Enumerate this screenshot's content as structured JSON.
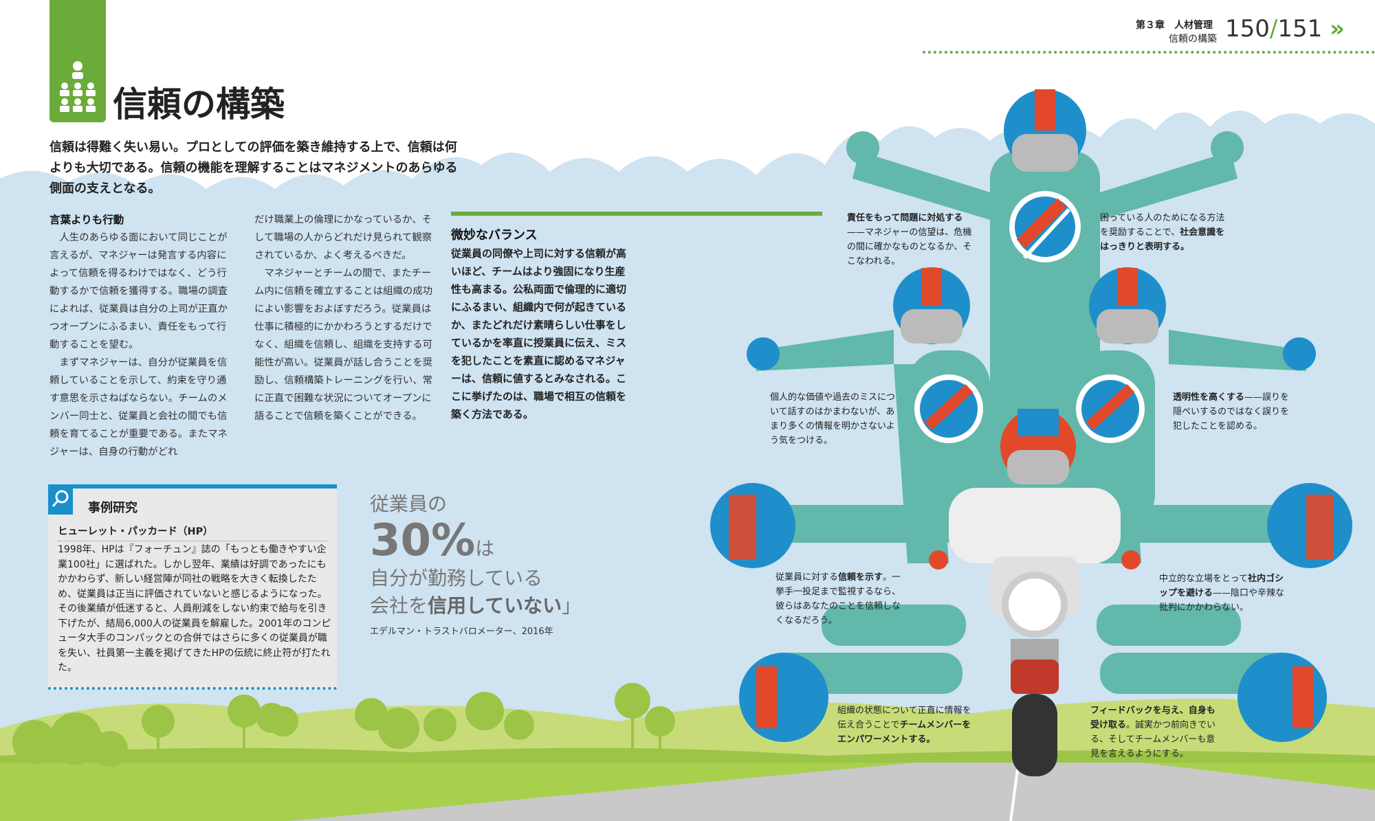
{
  "header": {
    "chapter": "第３章　人材管理",
    "section": "信頼の構築",
    "page_left": "150",
    "page_sep": "/",
    "page_right": "151"
  },
  "title": "信頼の構築",
  "intro": "信頼は得難く失い易い。プロとしての評価を築き維持する上で、信頼は何よりも大切である。信頼の機能を理解することはマネジメントのあらゆる側面の支えとなる。",
  "col1": {
    "heading": "言葉よりも行動",
    "p1": "人生のあらゆる面において同じことが言えるが、マネジャーは発言する内容によって信頼を得るわけではなく、どう行動するかで信頼を獲得する。職場の調査によれば、従業員は自分の上司が正直かつオープンにふるまい、責任をもって行動することを望む。",
    "p2": "まずマネジャーは、自分が従業員を信頼していることを示して、約束を守り通す意思を示さねばならない。チームのメンバー同士と、従業員と会社の間でも信頼を育てることが重要である。またマネジャーは、自身の行動がどれ"
  },
  "col2": {
    "p1": "だけ職業上の倫理にかなっているか、そして職場の人からどれだけ見られて観察されているか、よく考えるべきだ。",
    "p2": "マネジャーとチームの間で、またチーム内に信頼を確立することは組織の成功によい影響をおよぼすだろう。従業員は仕事に積極的にかかわろうとするだけでなく、組織を信頼し、組織を支持する可能性が高い。従業員が話し合うことを奨励し、信頼構築トレーニングを行い、常に正直で困難な状況についてオープンに語ることで信頼を築くことができる。"
  },
  "col3": {
    "heading": "微妙なバランス",
    "p1": "従業員の同僚や上司に対する信頼が高いほど、チームはより強固になり生産性も高まる。公私両面で倫理的に適切にふるまい、組織内で何が起きているか、またどれだけ素晴らしい仕事をしているかを率直に授業員に伝え、ミスを犯したことを素直に認めるマネジャーは、信頼に値するとみなされる。ここに挙げたのは、職場で相互の信頼を築く方法である。"
  },
  "case": {
    "heading": "事例研究",
    "sub": "ヒューレット・パッカード（HP）",
    "body": "1998年、HPは『フォーチュン』誌の「もっとも働きやすい企業100社」に選ばれた。しかし翌年、業績は好調であったにもかかわらず、新しい経営陣が同社の戦略を大きく転換したため、従業員は正当に評価されていないと感じるようになった。その後業績が低迷すると、人員削減をしない約束で給与を引き下げたが、結局6,000人の従業員を解雇した。2001年のコンピュータ大手のコンパックとの合併ではさらに多くの従業員が職を失い、社員第一主義を掲げてきたHPの伝統に終止符が打たれた。"
  },
  "stat": {
    "line1": "従業員の",
    "number": "30%",
    "suffix": "は",
    "line3": "自分が勤務している",
    "line4a": "会社を",
    "line4b": "信用していない",
    "line4c": "」",
    "source": "エデルマン・トラストバロメーター、2016年"
  },
  "annotations": {
    "a1_bold": "責任をもって問題に対処する",
    "a1_rest": "——マネジャーの信望は、危機の間に確かなものとなるか、そこなわれる。",
    "a2_rest": "困っている人のためになる方法を奨励することで、",
    "a2_bold": "社会意識をはっきりと表明する。",
    "a3": "個人的な価値や過去のミスについて話すのはかまわないが、あまり多くの情報を明かさないよう気をつける。",
    "a4_bold": "透明性を高くする",
    "a4_rest": "——誤りを隠ぺいするのではなく誤りを犯したことを認める。",
    "a5_pre": "従業員に対する",
    "a5_bold": "信頼を示す",
    "a5_rest": "。一挙手一投足まで監視するなら、彼らはあなたのことを信頼しなくなるだろう。",
    "a6_pre": "中立的な立場をとって",
    "a6_bold": "社内ゴシップを避ける",
    "a6_rest": "——陰口や辛辣な批判にかかわらない。",
    "a7_pre": "組織の状態について正直に情報を伝え合うことで",
    "a7_bold": "チームメンバーをエンパワーメントする。",
    "a8_bold": "フィードバックを与え、自身も受け取る",
    "a8_rest": "。誠実かつ前向きでいる、そしてチームメンバーも意見を言えるようにする。"
  },
  "colors": {
    "green": "#6aab3a",
    "blue": "#1a8fc9",
    "suit": "#62b8aa",
    "helmet_red": "#e2492a",
    "helmet_blue": "#1f8fcb"
  }
}
